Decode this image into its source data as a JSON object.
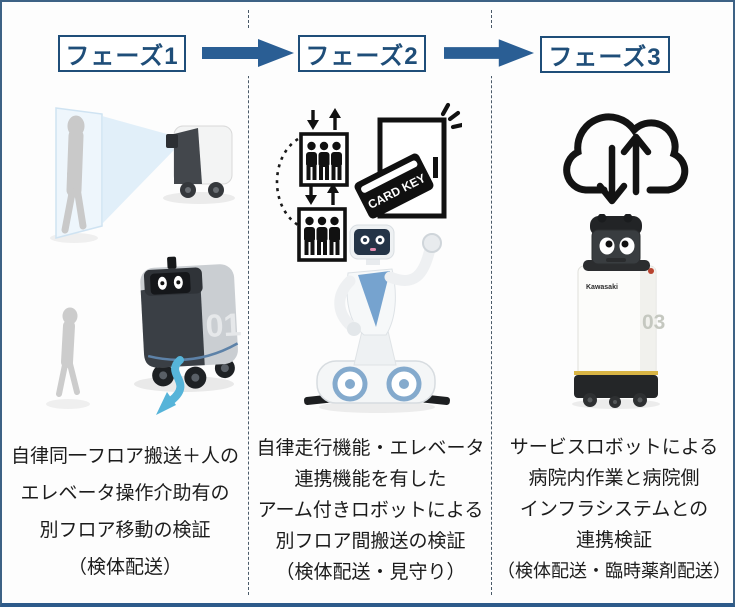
{
  "colors": {
    "navy": "#1f4e79",
    "arrow_blue": "#2a5e94",
    "frame_border": "#3d6285",
    "divider_dash": "#4a5a68",
    "caption_text": "#1c1c1c",
    "cyan_arrow": "#56b4d9",
    "scan_blue": "#d7e9f7",
    "robot_dark": "#3a3f45",
    "robot_light_gray": "#caced2",
    "base_yellow_stripe": "#d9b545"
  },
  "icons": {
    "phase_arrow": "block-arrow-right-icon",
    "elevator": "elevator-people-icon",
    "card_key_door": "card-key-door-icon",
    "cloud_sync": "cloud-sync-arrows-icon"
  },
  "diagram": {
    "phases": [
      {
        "label": "フェーズ1",
        "caption_lines": [
          "自律同一フロア搬送＋人の",
          "エレベータ操作介助有の",
          "別フロア移動の検証",
          "（検体配送）"
        ],
        "scenes": [
          "human-detection-gate-scene",
          "delivery-robot-01-scene"
        ]
      },
      {
        "label": "フェーズ2",
        "caption_lines": [
          "自律走行機能・エレベータ",
          "連携機能を有した",
          "アーム付きロボットによる",
          "別フロア間搬送の検証",
          "（検体配送・見守り）"
        ],
        "scenes": [
          "elevator-icons",
          "card-key-door-icon",
          "arm-robot-scene"
        ]
      },
      {
        "label": "フェーズ3",
        "caption_lines": [
          "サービスロボットによる",
          "病院内作業と病院側",
          "インフラシステムとの",
          "連携検証",
          "（検体配送・臨時薬剤配送）"
        ],
        "scenes": [
          "cloud-sync-icon",
          "service-robot-03-scene"
        ]
      }
    ],
    "card_key_label": "CARD KEY",
    "robot1_number": "01",
    "robot3_number": "03",
    "robot3_brand": "Kawasaki"
  }
}
